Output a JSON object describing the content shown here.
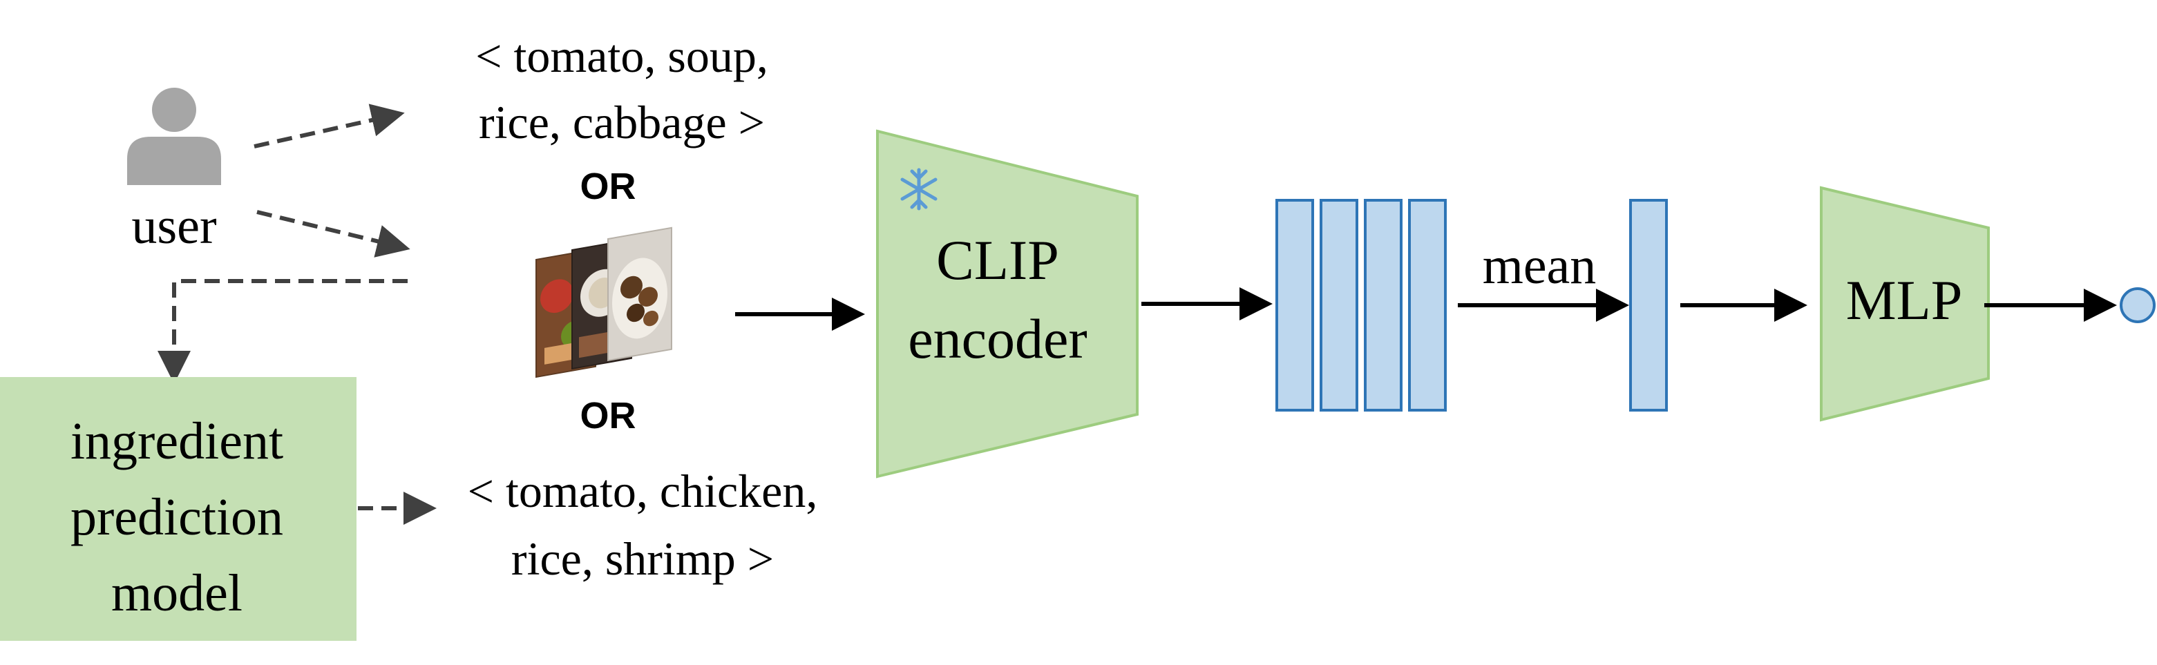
{
  "user": {
    "label": "user",
    "icon": "person-icon"
  },
  "user_text_input": {
    "line1": "< tomato, soup,",
    "line2": "rice, cabbage >"
  },
  "or_top": "OR",
  "food_images": {
    "icon": "food-photos-stack"
  },
  "or_bottom": "OR",
  "predicted_text_input": {
    "line1": "< tomato, chicken,",
    "line2": "rice, shrimp >"
  },
  "ingredient_model": {
    "line1": "ingredient",
    "line2": "prediction",
    "line3": "model"
  },
  "clip_encoder": {
    "line1": "CLIP",
    "line2": "encoder",
    "frozen_icon": "snowflake-icon"
  },
  "mean_label": "mean",
  "mlp_label": "MLP",
  "colors": {
    "green_fill": "#c5e0b4",
    "green_stroke": "#9dcc7f",
    "blue_fill": "#bdd7ee",
    "blue_stroke": "#2e75b6",
    "user_gray": "#a6a6a6",
    "arrow_dark": "#404040",
    "snowflake": "#5b9bd5"
  }
}
